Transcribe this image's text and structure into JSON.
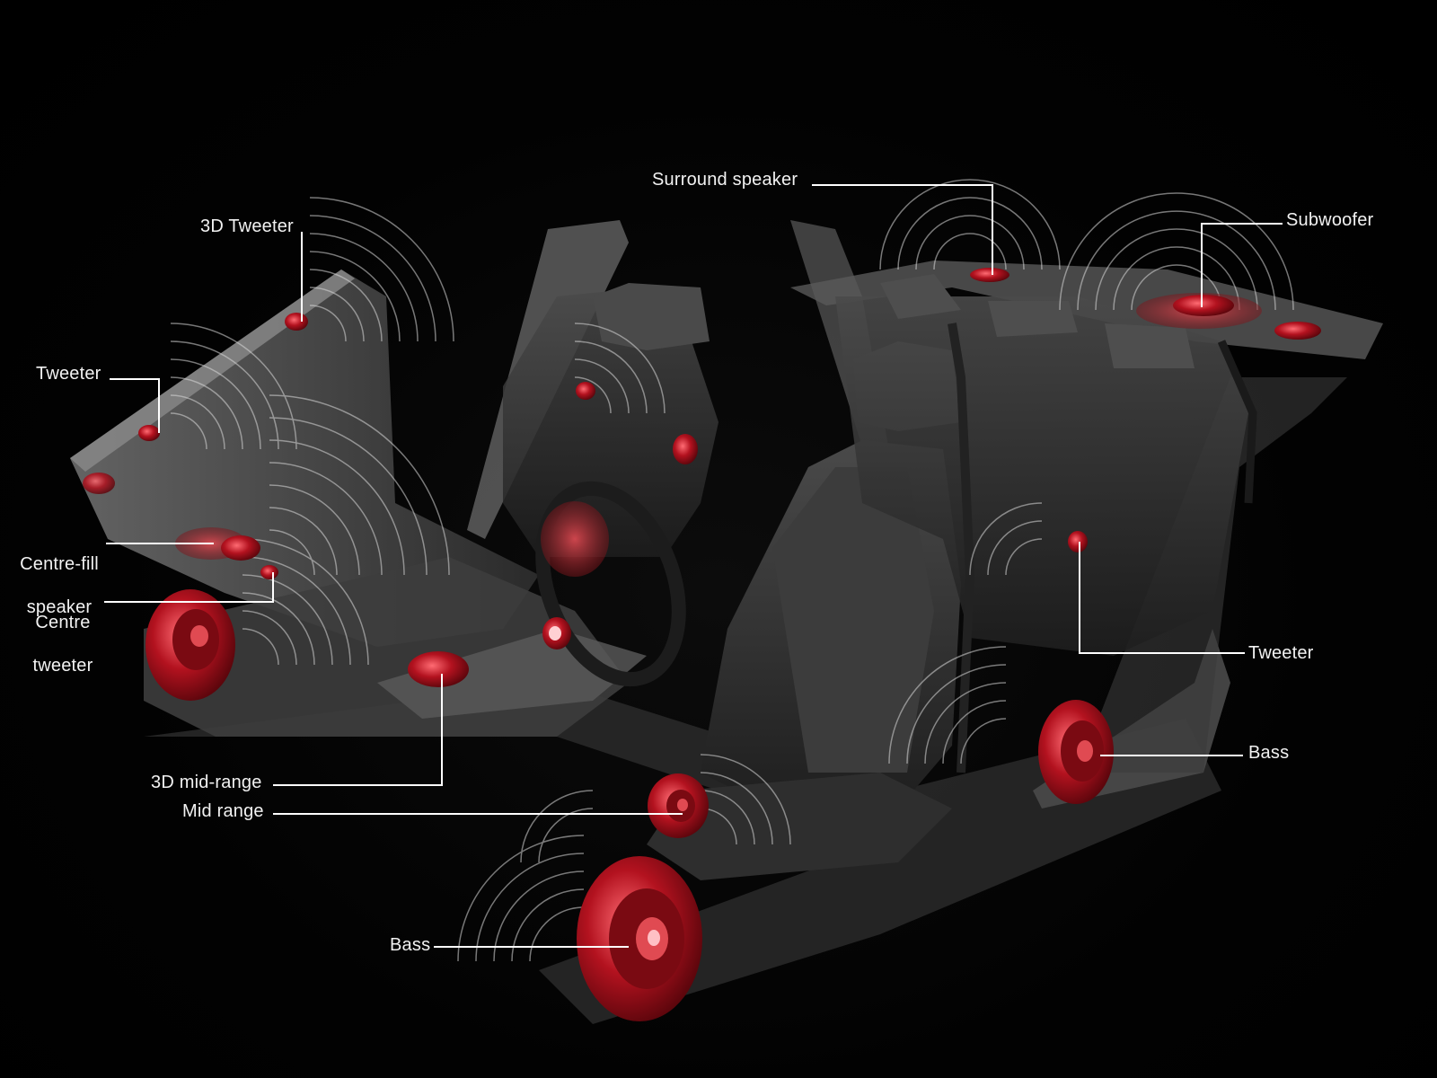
{
  "diagram": {
    "colors": {
      "background": "#000000",
      "speaker": "#b3121f",
      "speaker_highlight": "#e04a52",
      "sound_wave": "#d8d8d8",
      "leader_line": "#ffffff",
      "interior": "#3a3a3a"
    },
    "labels": {
      "surround_speaker": "Surround  speaker",
      "subwoofer": "Subwoofer",
      "tweeter_3d": "3D Tweeter",
      "tweeter_front": "Tweeter",
      "centre_fill_line1": "Centre-fill",
      "centre_fill_line2": "speaker",
      "centre_tweeter_line1": "Centre",
      "centre_tweeter_line2": "tweeter",
      "tweeter_rear": "Tweeter",
      "bass_rear": "Bass",
      "mid_range_3d": "3D mid-range",
      "mid_range": "Mid range",
      "bass_front": "Bass"
    }
  }
}
